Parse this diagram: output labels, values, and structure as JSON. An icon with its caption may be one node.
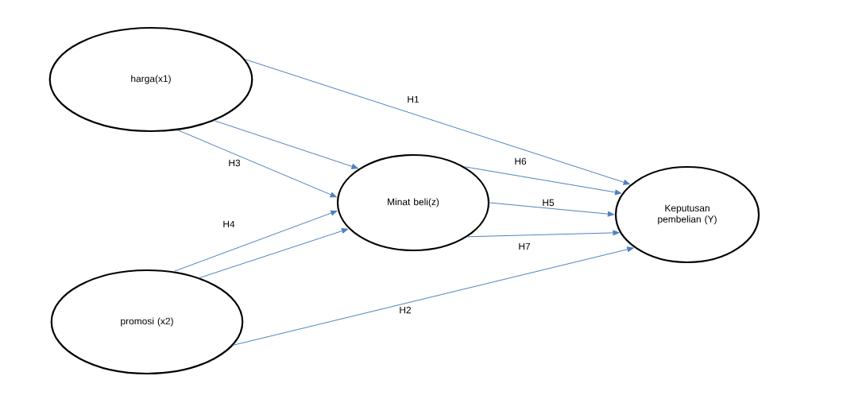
{
  "diagram": {
    "nodes": [
      {
        "text": [
          "harga(x1)"
        ]
      },
      {
        "text": [
          "Minat beli(z)"
        ]
      },
      {
        "text": [
          "Keputusan pembelian (Y)"
        ]
      },
      {
        "text": [
          "promosi (x2)"
        ]
      }
    ],
    "edges": [
      {
        "from": 0,
        "to": 2,
        "arrow": "to",
        "label": "H1"
      },
      {
        "from": 0,
        "to": 1,
        "arrow": "to"
      },
      {
        "from": 0,
        "to": 1,
        "arrow": "to",
        "label": "H3"
      },
      {
        "from": 3,
        "to": 1,
        "arrow": "to",
        "label": "H4"
      },
      {
        "from": 3,
        "to": 1,
        "arrow": "to"
      },
      {
        "from": 3,
        "to": 2,
        "arrow": "to",
        "label": "H2"
      },
      {
        "from": 1,
        "to": 2,
        "arrow": "to",
        "label": "H6"
      },
      {
        "from": 1,
        "to": 2,
        "arrow": "to",
        "label": "H5"
      },
      {
        "from": 1,
        "to": 2,
        "arrow": "to",
        "label": "H7"
      }
    ]
  }
}
